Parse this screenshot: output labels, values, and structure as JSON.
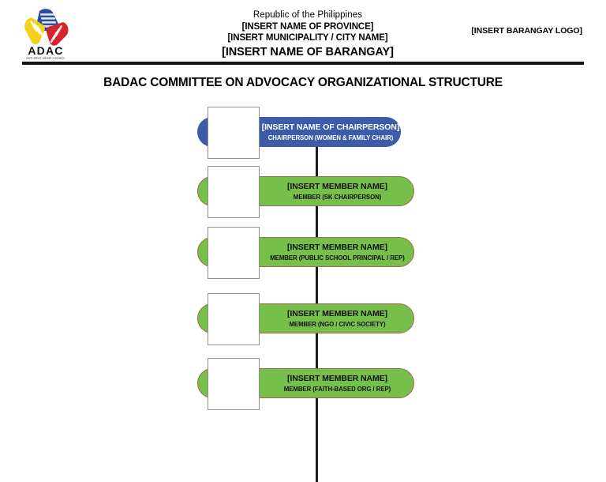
{
  "header": {
    "logo": {
      "name": "adac-logo",
      "acronym": "ADAC",
      "tagline": "ANTI-DRUG ABUSE COUNCIL"
    },
    "line_1": "Republic of the Philippines",
    "line_2": "[INSERT NAME OF PROVINCE]",
    "line_3": "[INSERT MUNICIPALITY / CITY NAME]",
    "line_4": "[INSERT NAME OF BARANGAY]",
    "barangay_logo_slot": "[INSERT BARANGAY LOGO]"
  },
  "title": "BADAC COMMITTEE ON ADVOCACY ORGANIZATIONAL STRUCTURE",
  "colors": {
    "chair_fill": "#3b5ca8",
    "member_fill": "#76bf4a",
    "member_border": "#9c6b4a",
    "connector": "#1c1c1c",
    "photo_border": "#8d8d8d",
    "rule": "#111111"
  },
  "org_chart": {
    "nodes": [
      {
        "level": "chairperson",
        "name": "[INSERT NAME OF CHAIRPERSON]",
        "role": "CHAIRPERSON (WOMEN & FAMILY CHAIR)",
        "photo_placeholder": ""
      },
      {
        "level": "member",
        "name": "[INSERT MEMBER NAME]",
        "role": "MEMBER (SK CHAIRPERSON)",
        "photo_placeholder": ""
      },
      {
        "level": "member",
        "name": "[INSERT MEMBER NAME]",
        "role": "MEMBER (PUBLIC SCHOOL PRINCIPAL / REP)",
        "photo_placeholder": ""
      },
      {
        "level": "member",
        "name": "[INSERT MEMBER NAME]",
        "role": "MEMBER (NGO / CIVIC SOCIETY)",
        "photo_placeholder": ""
      },
      {
        "level": "member",
        "name": "[INSERT MEMBER NAME]",
        "role": "MEMBER (FAITH-BASED ORG / REP)",
        "photo_placeholder": ""
      }
    ]
  }
}
